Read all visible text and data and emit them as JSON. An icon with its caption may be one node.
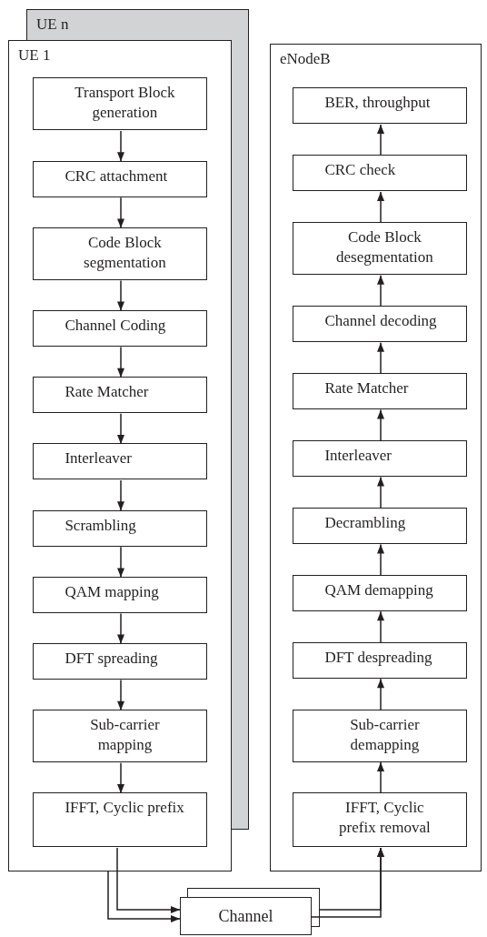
{
  "diagram": {
    "nodes": [
      {
        "text": [
          "UE n"
        ]
      },
      {
        "text": [
          "UE 1"
        ]
      },
      {
        "text": [
          "Transport Block generation"
        ],
        "in": 1
      },
      {
        "text": [
          "CRC attachment"
        ],
        "in": 1
      },
      {
        "text": [
          "Code Block segmentation"
        ],
        "in": 1
      },
      {
        "text": [
          "Channel Coding"
        ],
        "in": 1
      },
      {
        "text": [
          "Rate Matcher"
        ],
        "in": 1
      },
      {
        "text": [
          "Interleaver"
        ],
        "in": 1
      },
      {
        "text": [
          "Scrambling"
        ],
        "in": 1
      },
      {
        "text": [
          "QAM mapping"
        ],
        "in": 1
      },
      {
        "text": [
          "DFT spreading"
        ],
        "in": 1
      },
      {
        "text": [
          "Sub-carrier mapping"
        ],
        "in": 1
      },
      {
        "text": [
          "IFFT, Cyclic prefix"
        ],
        "in": 1
      },
      {
        "text": [
          "eNodeB"
        ]
      },
      {
        "text": [
          "BER, throughput"
        ],
        "in": 13
      },
      {
        "text": [
          "CRC check"
        ],
        "in": 13
      },
      {
        "text": [
          "Code Block desegmentation"
        ],
        "in": 13
      },
      {
        "text": [
          "Channel decoding"
        ],
        "in": 13
      },
      {
        "text": [
          "Rate Matcher"
        ],
        "in": 13
      },
      {
        "text": [
          "Interleaver"
        ],
        "in": 13
      },
      {
        "text": [
          "Decrambling"
        ],
        "in": 13
      },
      {
        "text": [
          "QAM demapping"
        ],
        "in": 13
      },
      {
        "text": [
          "DFT despreading"
        ],
        "in": 13
      },
      {
        "text": [
          "Sub-carrier demapping"
        ],
        "in": 13
      },
      {
        "text": [
          "IFFT, Cyclic prefix removal"
        ],
        "in": 13
      },
      {
        "text": [],
        "shape": "box"
      },
      {
        "text": [
          "Channel"
        ]
      }
    ],
    "edges": [
      {
        "from": 2,
        "to": 3,
        "arrow": "to"
      },
      {
        "from": 3,
        "to": 4,
        "arrow": "to"
      },
      {
        "from": 4,
        "to": 5,
        "arrow": "to"
      },
      {
        "from": 5,
        "to": 6,
        "arrow": "to"
      },
      {
        "from": 6,
        "to": 7,
        "arrow": "to"
      },
      {
        "from": 7,
        "to": 8,
        "arrow": "to"
      },
      {
        "from": 8,
        "to": 9,
        "arrow": "to"
      },
      {
        "from": 9,
        "to": 10,
        "arrow": "to"
      },
      {
        "from": 10,
        "to": 11,
        "arrow": "to"
      },
      {
        "from": 11,
        "to": 12,
        "arrow": "to"
      },
      {
        "from": 12,
        "to": 26,
        "arrow": "to"
      },
      {
        "from": 1,
        "to": 26,
        "arrow": "to"
      },
      {
        "from": 25,
        "to": 24,
        "arrow": "to"
      },
      {
        "from": 26,
        "to": 24,
        "arrow": "to"
      },
      {
        "from": 24,
        "to": 23,
        "arrow": "to"
      },
      {
        "from": 23,
        "to": 22,
        "arrow": "to"
      },
      {
        "from": 22,
        "to": 21,
        "arrow": "to"
      },
      {
        "from": 21,
        "to": 20,
        "arrow": "to"
      },
      {
        "from": 20,
        "to": 19,
        "arrow": "to"
      },
      {
        "from": 19,
        "to": 18,
        "arrow": "to"
      },
      {
        "from": 18,
        "to": 17,
        "arrow": "to"
      },
      {
        "from": 17,
        "to": 16,
        "arrow": "to"
      },
      {
        "from": 16,
        "to": 15,
        "arrow": "to"
      },
      {
        "from": 15,
        "to": 14,
        "arrow": "to"
      }
    ]
  }
}
